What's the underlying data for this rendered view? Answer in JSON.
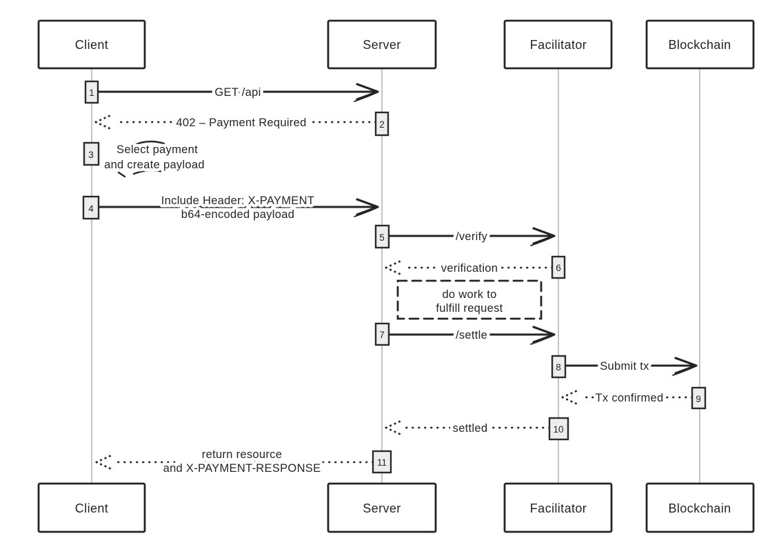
{
  "diagram_title": "x402 payment sequence diagram",
  "colors": {
    "background": "#ffffff",
    "ink": "#242424",
    "step_fill": "#ededed",
    "lifeline": "#b5b5b5"
  },
  "actors": [
    {
      "name": "Client"
    },
    {
      "name": "Server"
    },
    {
      "name": "Facilitator"
    },
    {
      "name": "Blockchain"
    }
  ],
  "messages": [
    {
      "step": "1",
      "label": "GET /api",
      "from": "Client",
      "to": "Server",
      "style": "solid"
    },
    {
      "step": "2",
      "label": "402 – Payment Required",
      "from": "Server",
      "to": "Client",
      "style": "dotted"
    },
    {
      "step": "3",
      "line1": "Select payment",
      "line2": "and create payload",
      "from": "Client",
      "to": "Client",
      "style": "note"
    },
    {
      "step": "4",
      "line1": "Include Header: X-PAYMENT",
      "line2": "b64-encoded payload",
      "from": "Client",
      "to": "Server",
      "style": "solid"
    },
    {
      "step": "5",
      "label": "/verify",
      "from": "Server",
      "to": "Facilitator",
      "style": "solid"
    },
    {
      "step": "6",
      "label": "verification",
      "from": "Facilitator",
      "to": "Server",
      "style": "dotted"
    },
    {
      "step": "7",
      "label": "/settle",
      "from": "Server",
      "to": "Facilitator",
      "style": "solid"
    },
    {
      "step": "8",
      "label": "Submit tx",
      "from": "Facilitator",
      "to": "Blockchain",
      "style": "solid"
    },
    {
      "step": "9",
      "label": "Tx confirmed",
      "from": "Blockchain",
      "to": "Facilitator",
      "style": "dotted"
    },
    {
      "step": "10",
      "label": "settled",
      "from": "Facilitator",
      "to": "Server",
      "style": "dotted"
    },
    {
      "step": "11",
      "line1": "return resource",
      "line2": "and X-PAYMENT-RESPONSE",
      "from": "Server",
      "to": "Client",
      "style": "dotted"
    }
  ],
  "note_box": {
    "line1": "do work to",
    "line2": "fulfill request"
  }
}
